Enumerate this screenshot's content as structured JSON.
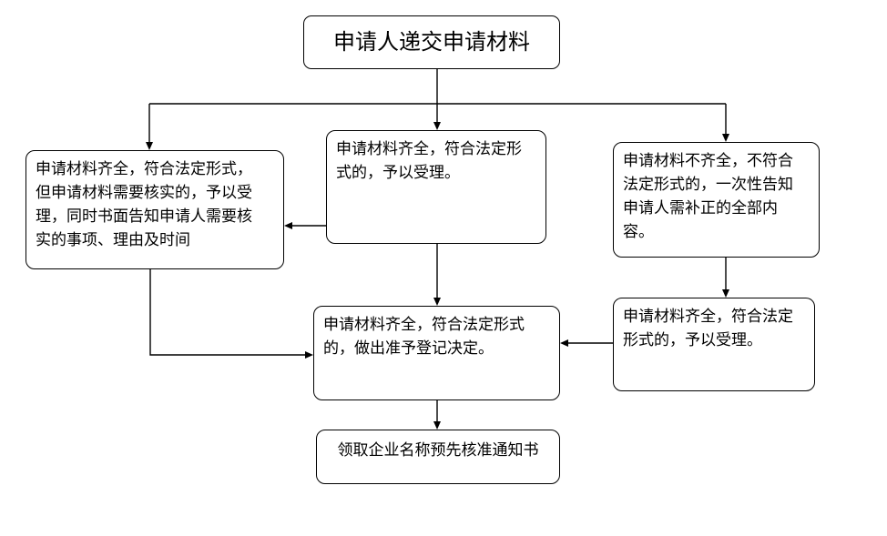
{
  "flowchart": {
    "nodes": [
      {
        "id": "submit",
        "label": "申请人递交申请材料"
      },
      {
        "id": "needs-verification",
        "label": "申请材料齐全，符合法定形式，\n但申请材料需要核实的，予以受\n理，同时书面告知申请人需要核\n实的事项、理由及时间"
      },
      {
        "id": "accept",
        "label": "申请材料齐全，符合法定形\n式的，予以受理。"
      },
      {
        "id": "incomplete",
        "label": "申请材料不齐全，不符合\n法定形式的，一次性告知\n申请人需补正的全部内\n容。"
      },
      {
        "id": "accept-corrected",
        "label": "申请材料齐全，符合法定\n形式的，予以受理。"
      },
      {
        "id": "decision",
        "label": "申请材料齐全，符合法定形式\n的，做出准予登记决定。"
      },
      {
        "id": "end",
        "label": "领取企业名称预先核准通知书"
      }
    ],
    "edges": [
      {
        "from": "submit",
        "to": "needs-verification"
      },
      {
        "from": "submit",
        "to": "accept"
      },
      {
        "from": "submit",
        "to": "incomplete"
      },
      {
        "from": "accept",
        "to": "needs-verification"
      },
      {
        "from": "accept",
        "to": "decision"
      },
      {
        "from": "incomplete",
        "to": "accept-corrected"
      },
      {
        "from": "accept-corrected",
        "to": "decision"
      },
      {
        "from": "needs-verification",
        "to": "decision"
      },
      {
        "from": "decision",
        "to": "end"
      }
    ],
    "colors": {
      "line": "#000000",
      "node_border": "#000000",
      "node_fill": "#ffffff",
      "text": "#000000",
      "background": "#ffffff"
    }
  }
}
